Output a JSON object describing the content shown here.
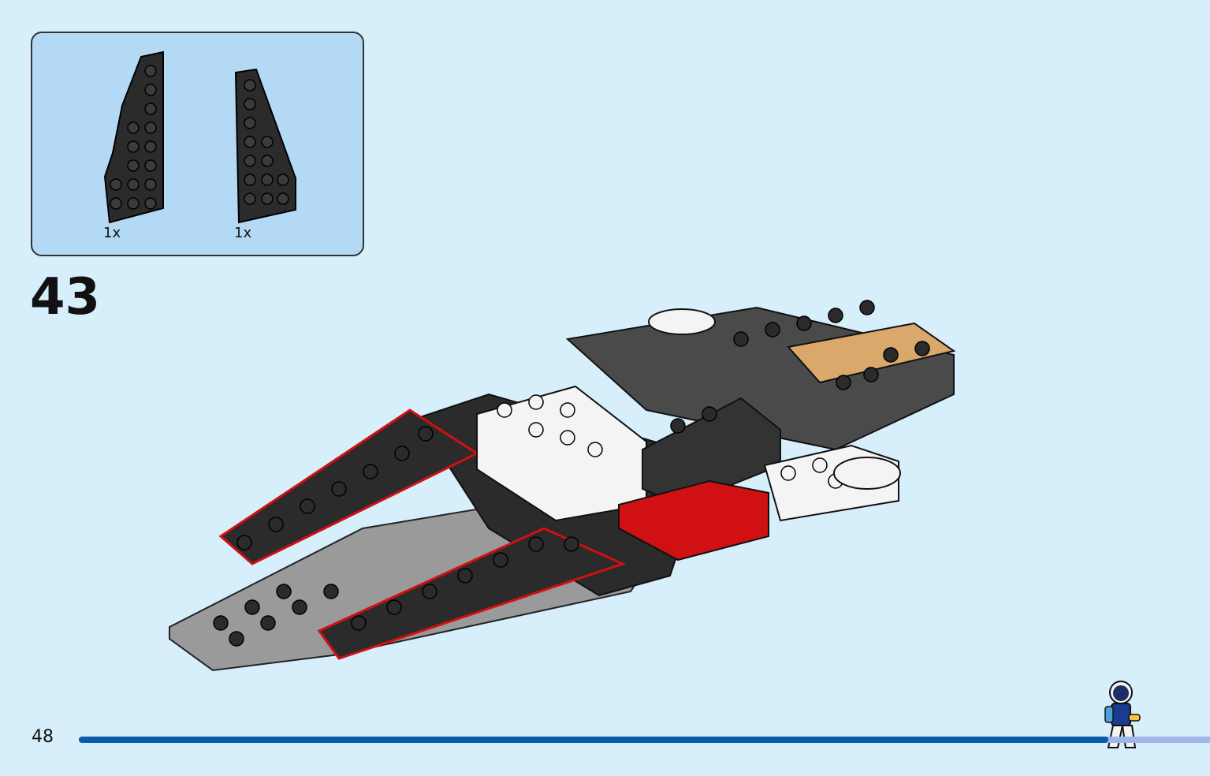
{
  "parts_list": {
    "items": [
      {
        "qty": "1x",
        "part": "black-wedge-plate-left"
      },
      {
        "qty": "1x",
        "part": "black-wedge-plate-right"
      }
    ]
  },
  "step": {
    "number": "43"
  },
  "footer": {
    "page_number": "48",
    "progress": 0.91
  },
  "colors": {
    "background": "#d7eefb",
    "parts_box": "#b3d9f5",
    "progress_fill": "#0a5cab",
    "progress_track": "#9fb6e8",
    "brick_black": "#2b2b2b",
    "brick_red": "#d01012",
    "brick_gray": "#9a9a9a"
  }
}
